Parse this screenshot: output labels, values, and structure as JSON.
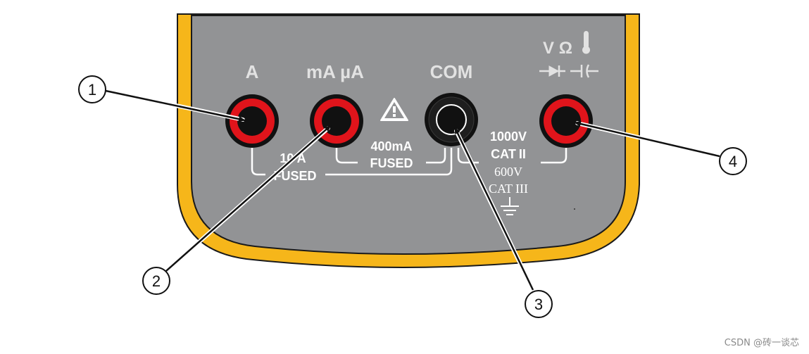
{
  "panel": {
    "colors": {
      "panel_fill": "#929395",
      "bezel_yellow": "#f6b61a",
      "outline": "#1a1a1a",
      "jack_red": "#e0141b",
      "jack_black": "#111111",
      "label_white": "#ffffff"
    }
  },
  "terminals": {
    "a": {
      "label": "A"
    },
    "ma_ua": {
      "label": "mA µA"
    },
    "com": {
      "label": "COM"
    },
    "v_ohm": {
      "label": "V Ω",
      "icon": "thermometer-icon",
      "symbols": [
        "diode-icon",
        "capacitor-icon"
      ]
    }
  },
  "ratings": {
    "amp_fuse": {
      "line1": "10 A",
      "line2": "FUSED"
    },
    "milliamp_fuse": {
      "line1": "400mA",
      "line2": "FUSED"
    },
    "voltage": {
      "line1": "1000V",
      "line2": "CAT",
      "line2_roman": "II",
      "line3": "600V",
      "line4": "CAT",
      "line4_roman": "III"
    },
    "warning_icon": "warning-triangle-icon",
    "ground_icon": "ground-icon"
  },
  "callouts": [
    {
      "number": "1"
    },
    {
      "number": "2"
    },
    {
      "number": "3"
    },
    {
      "number": "4"
    }
  ],
  "watermark": "CSDN @砖一谈芯"
}
